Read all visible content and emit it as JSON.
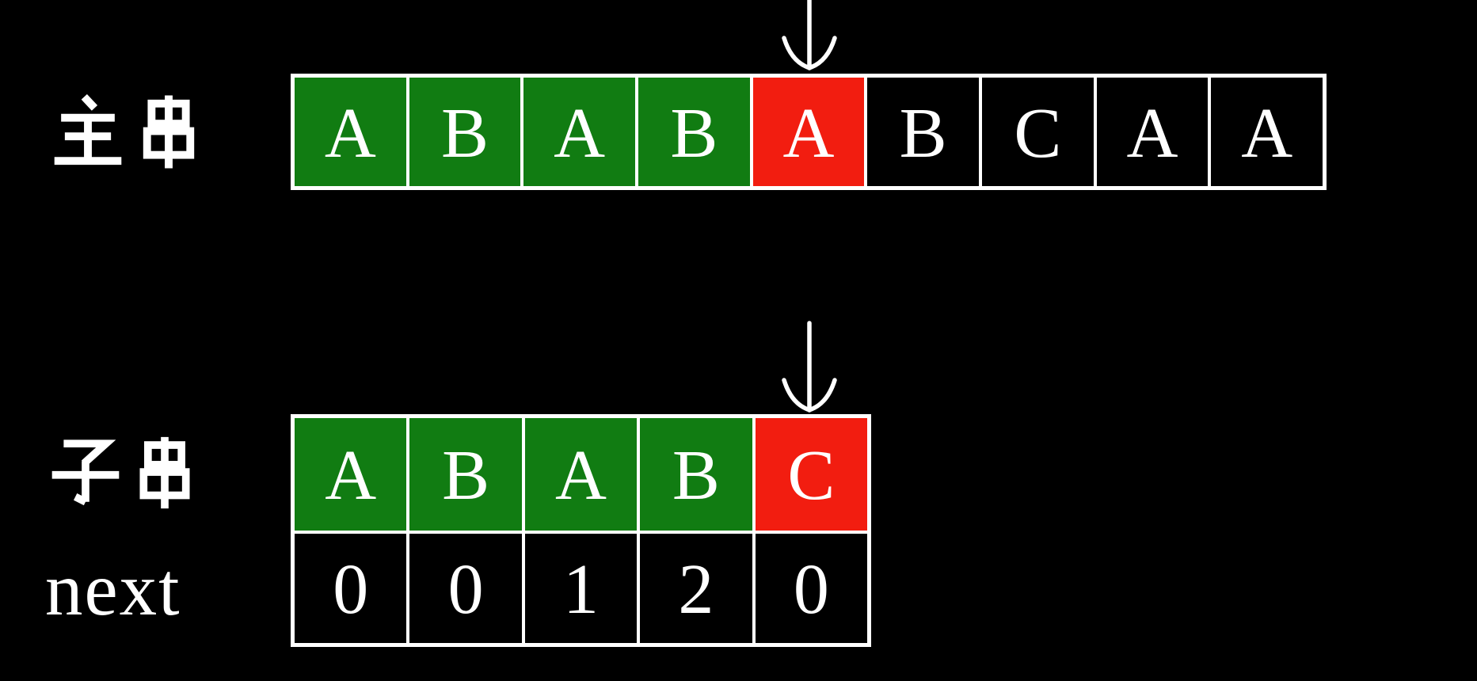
{
  "colors": {
    "background": "#000000",
    "matched": "#117c12",
    "mismatch": "#f21d10",
    "unvisited": "#000000",
    "line": "#ffffff",
    "text": "#ffffff"
  },
  "main_string": {
    "label": "主串",
    "pointer_index": 4,
    "cells": [
      {
        "char": "A",
        "state": "matched"
      },
      {
        "char": "B",
        "state": "matched"
      },
      {
        "char": "A",
        "state": "matched"
      },
      {
        "char": "B",
        "state": "matched"
      },
      {
        "char": "A",
        "state": "mismatch"
      },
      {
        "char": "B",
        "state": "unvisited"
      },
      {
        "char": "C",
        "state": "unvisited"
      },
      {
        "char": "A",
        "state": "unvisited"
      },
      {
        "char": "A",
        "state": "unvisited"
      }
    ]
  },
  "pattern": {
    "label": "子串",
    "pointer_index": 4,
    "cells": [
      {
        "char": "A",
        "state": "matched"
      },
      {
        "char": "B",
        "state": "matched"
      },
      {
        "char": "A",
        "state": "matched"
      },
      {
        "char": "B",
        "state": "matched"
      },
      {
        "char": "C",
        "state": "mismatch"
      }
    ]
  },
  "next_row": {
    "label": "next",
    "values": [
      "0",
      "0",
      "1",
      "2",
      "0"
    ]
  }
}
